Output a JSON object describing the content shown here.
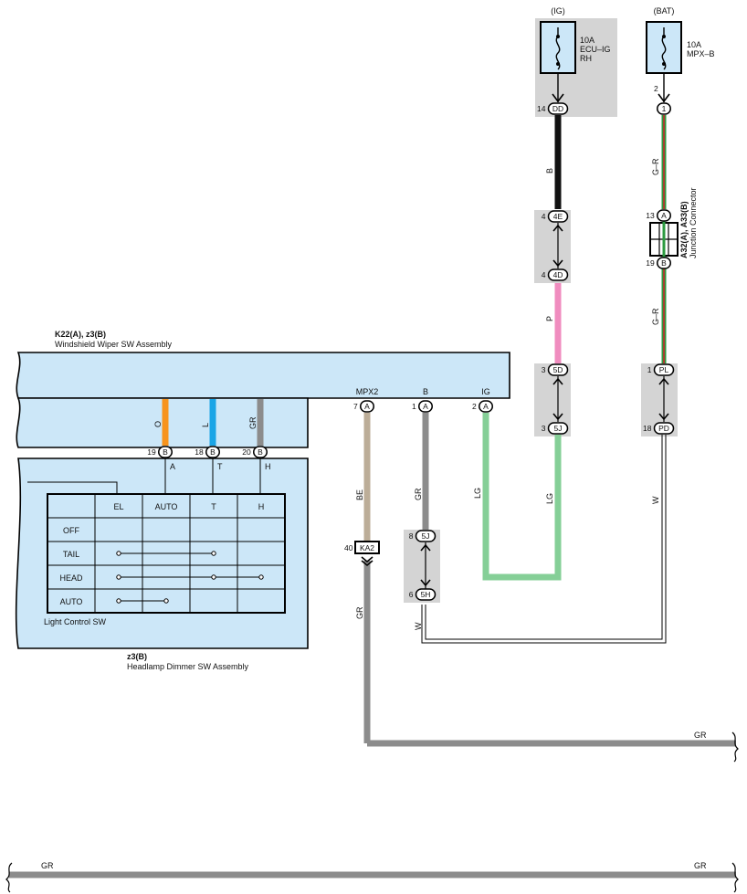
{
  "colors": {
    "panel_fill": "#cce7f8",
    "panel_stroke": "#000000",
    "shade": "#d4d4d4",
    "wire_black": "#111111",
    "wire_pink": "#f08cbf",
    "wire_gray": "#8c8c8c",
    "wire_lightgreen": "#85cf97",
    "wire_beige": "#bcad98",
    "wire_orange": "#f7941d",
    "wire_blue": "#1ba5e6",
    "wire_green": "#2c9a40",
    "wire_red": "#d2232a"
  },
  "fuses": {
    "ig": {
      "source": "(IG)",
      "amps": "10A",
      "name1": "ECU–IG",
      "name2": "RH",
      "pin": "14",
      "connector": "DD",
      "icon": "fuse-icon"
    },
    "bat": {
      "source": "(BAT)",
      "amps": "10A",
      "name1": "MPX–B",
      "pin": "2",
      "connector": "1",
      "icon": "fuse-icon"
    }
  },
  "wires": {
    "b_top": "B",
    "p": "P",
    "gr_mid_left": "G–R",
    "gr_mid_left2": "G–R",
    "lg_right": "LG",
    "lg_left": "LG",
    "w_right": "W",
    "be": "BE",
    "gr_b": "GR",
    "w_loop": "W",
    "gr_down": "GR",
    "gr_bottom1": "GR",
    "gr_bottom2_left": "GR",
    "gr_bottom2_right": "GR",
    "o": "O",
    "l": "L",
    "gr_sw": "GR"
  },
  "connectors": {
    "c4e": {
      "pin": "4",
      "id": "4E"
    },
    "c4d": {
      "pin": "4",
      "id": "4D"
    },
    "c5d": {
      "pin": "3",
      "id": "5D"
    },
    "c5j": {
      "pin": "3",
      "id": "5J"
    },
    "c13a": {
      "pin": "13",
      "id": "A"
    },
    "c19b_jc": {
      "pin": "19",
      "id": "B"
    },
    "cpl": {
      "pin": "1",
      "id": "PL"
    },
    "cpd": {
      "pin": "18",
      "id": "PD"
    },
    "c8_5j": {
      "pin": "8",
      "id": "5J"
    },
    "c6_5h": {
      "pin": "6",
      "id": "5H"
    },
    "cka2": {
      "pin": "40",
      "id": "KA2"
    },
    "mpx2": {
      "pin": "7",
      "id": "A",
      "term": "MPX2"
    },
    "b": {
      "pin": "1",
      "id": "A",
      "term": "B"
    },
    "ig": {
      "pin": "2",
      "id": "A",
      "term": "IG"
    },
    "sw19": {
      "pin": "19",
      "id": "B",
      "term": "A"
    },
    "sw18": {
      "pin": "18",
      "id": "B",
      "term": "T"
    },
    "sw20": {
      "pin": "20",
      "id": "B",
      "term": "H"
    }
  },
  "junction": {
    "line1": "A32(A), A33(B)",
    "line2": "Junction Connector"
  },
  "assembly": {
    "code": "K22(A), z3(B)",
    "name": "Windshield Wiper SW Assembly"
  },
  "dimmer": {
    "code": "z3(B)",
    "name": "Headlamp Dimmer SW Assembly"
  },
  "light_switch": {
    "label": "Light Control SW",
    "columns": [
      "",
      "EL",
      "AUTO",
      "T",
      "H"
    ],
    "rows": [
      "OFF",
      "TAIL",
      "HEAD",
      "AUTO"
    ]
  }
}
